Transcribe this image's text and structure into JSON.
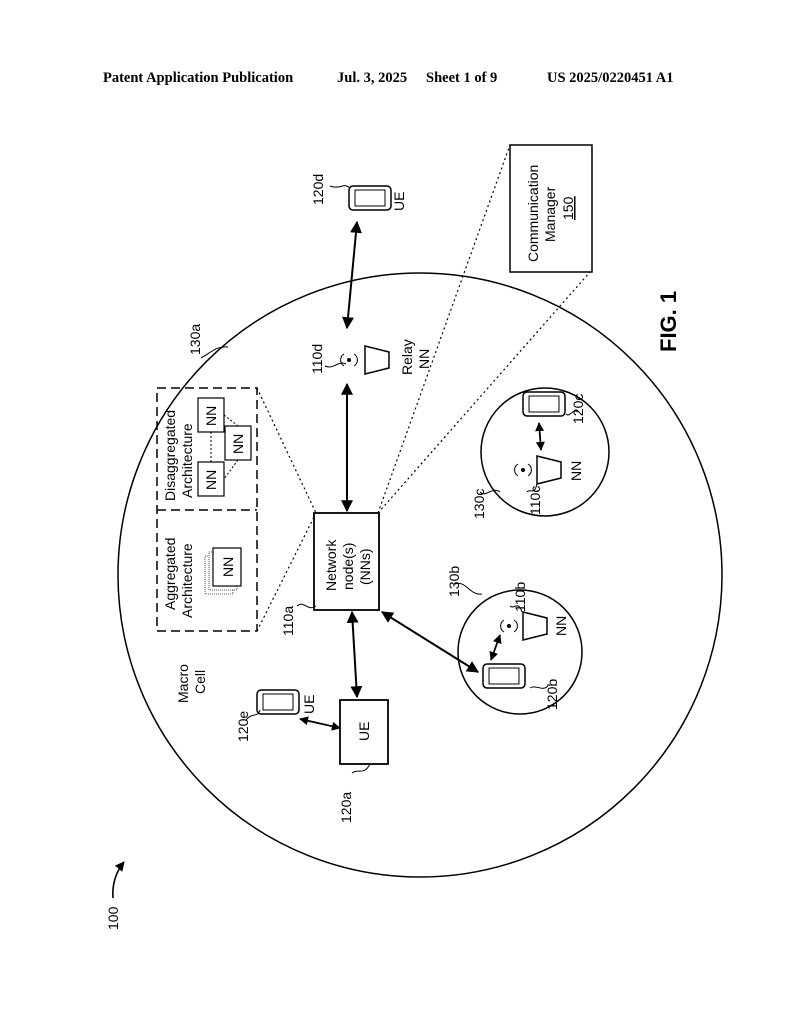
{
  "header": {
    "publication": "Patent Application Publication",
    "date": "Jul. 3, 2025",
    "sheet": "Sheet 1 of 9",
    "number": "US 2025/0220451 A1"
  },
  "figure": {
    "fig_label": "FIG. 1",
    "ref_100": "100",
    "macro_cell": [
      "Macro",
      "Cell"
    ],
    "ref_130a": "130a",
    "ref_130b": "130b",
    "ref_130c": "130c",
    "aggregated": [
      "Aggregated",
      "Architecture"
    ],
    "disaggregated": [
      "Disaggregated",
      "Architecture"
    ],
    "nn": "NN",
    "network_node": [
      "Network",
      "node(s)",
      "(NNs)"
    ],
    "ref_110a": "110a",
    "ref_110b": "110b",
    "ref_110c": "110c",
    "ref_110d": "110d",
    "relay_nn": [
      "Relay",
      "NN"
    ],
    "ue": "UE",
    "ref_120a": "120a",
    "ref_120b": "120b",
    "ref_120c": "120c",
    "ref_120d": "120d",
    "ref_120e": "120e",
    "comm_manager": [
      "Communication",
      "Manager"
    ],
    "ref_150": "150"
  }
}
